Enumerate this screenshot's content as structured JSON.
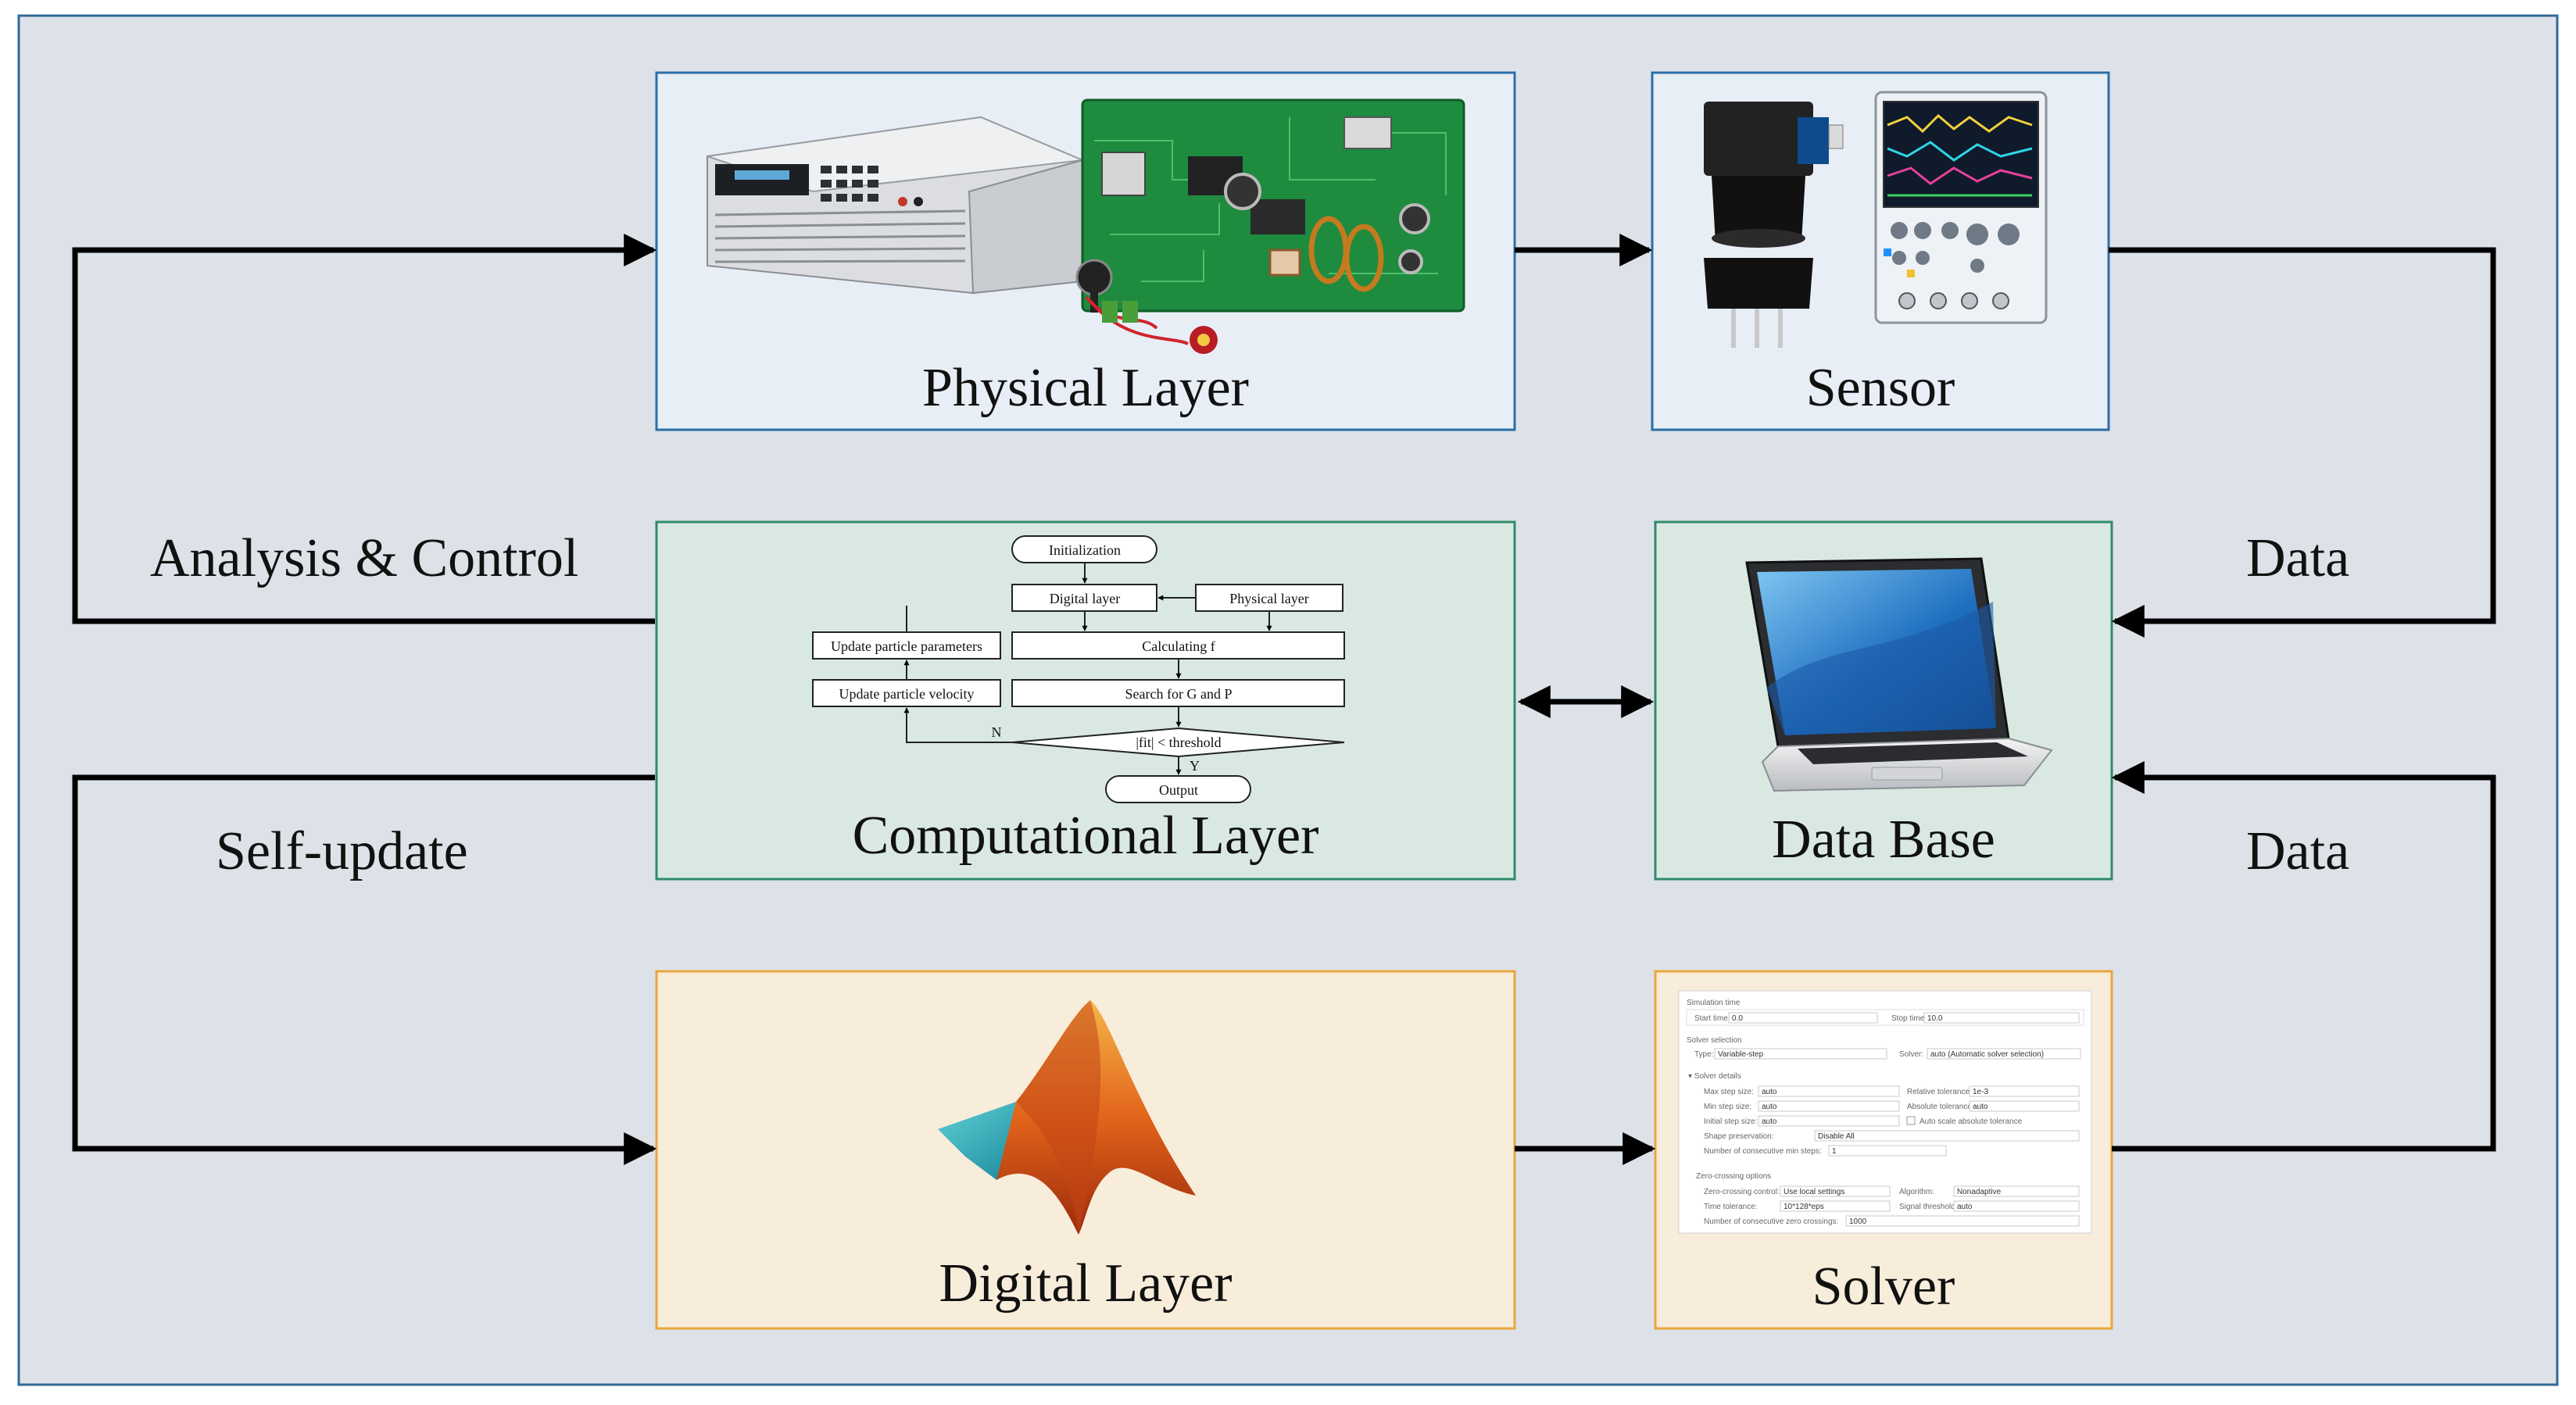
{
  "colors": {
    "frame_bg": "#dde2e8",
    "frame_border": "#2f6a94",
    "physical_fill": "#e8eef5",
    "physical_border": "#2b6ea8",
    "computational_fill": "#d9e9e2",
    "computational_border": "#2f8a6a",
    "digital_fill": "#f8eddb",
    "digital_border": "#eaa63c",
    "arrow": "#000000"
  },
  "boxes": {
    "physical": {
      "title": "Physical Layer",
      "images": [
        "electronic-load-icon",
        "circuit-board-icon"
      ]
    },
    "sensor": {
      "title": "Sensor",
      "images": [
        "current-sensor-icon",
        "oscilloscope-icon"
      ]
    },
    "computational": {
      "title": "Computational Layer",
      "flowchart": {
        "start": "Initialization",
        "digital": "Digital layer",
        "physical": "Physical layer",
        "calc": "Calculating f",
        "search": "Search for G  and P",
        "update_params": "Update particle parameters",
        "update_velocity": "Update particle velocity",
        "decision": "|fit| < threshold",
        "output": "Output",
        "no_label": "N",
        "yes_label": "Y"
      }
    },
    "database": {
      "title": "Data Base",
      "images": [
        "laptop-icon"
      ]
    },
    "digital": {
      "title": "Digital Layer",
      "images": [
        "matlab-logo-icon"
      ]
    },
    "solver": {
      "title": "Solver",
      "settings": {
        "section_sim_time": "Simulation time",
        "start_time_label": "Start time:",
        "start_time_value": "0.0",
        "stop_time_label": "Stop time:",
        "stop_time_value": "10.0",
        "section_solver": "Solver selection",
        "type_label": "Type:",
        "type_value": "Variable-step",
        "solver_label": "Solver:",
        "solver_value": "auto (Automatic solver selection)",
        "section_details": "▾ Solver details",
        "max_step_label": "Max step size:",
        "max_step_value": "auto",
        "rel_tol_label": "Relative tolerance:",
        "rel_tol_value": "1e-3",
        "min_step_label": "Min step size:",
        "min_step_value": "auto",
        "abs_tol_label": "Absolute tolerance:",
        "abs_tol_value": "auto",
        "init_step_label": "Initial step size:",
        "init_step_value": "auto",
        "autoscale_label": "Auto scale absolute tolerance",
        "shape_label": "Shape preservation:",
        "shape_value": "Disable All",
        "consec_min_label": "Number of consecutive min steps:",
        "consec_min_value": "1",
        "section_zero": "Zero-crossing options",
        "zc_control_label": "Zero-crossing control:",
        "zc_control_value": "Use local settings",
        "algorithm_label": "Algorithm:",
        "algorithm_value": "Nonadaptive",
        "time_tol_label": "Time tolerance:",
        "time_tol_value": "10*128*eps",
        "signal_thr_label": "Signal threshold:",
        "signal_thr_value": "auto",
        "consec_zc_label": "Number of consecutive zero crossings:",
        "consec_zc_value": "1000"
      }
    }
  },
  "side_labels": {
    "analysis_control": "Analysis & Control",
    "self_update": "Self-update",
    "data_upper": "Data",
    "data_lower": "Data"
  }
}
